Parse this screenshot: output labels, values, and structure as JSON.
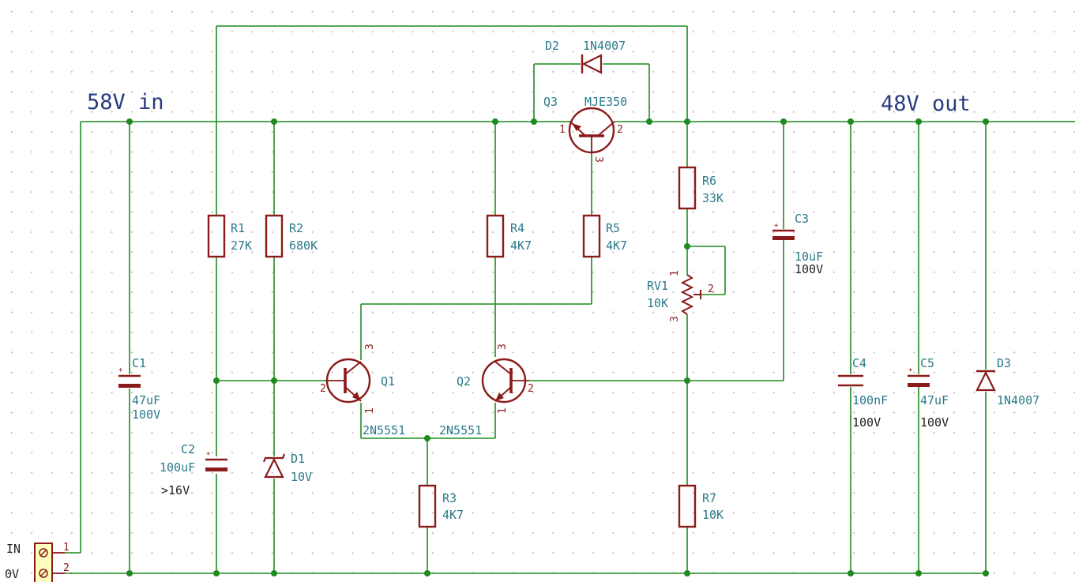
{
  "nets": {
    "input_label": "58V in",
    "output_label": "48V out"
  },
  "connector": {
    "pin1_label": "IN",
    "pin2_label": "0V",
    "pin1": "1",
    "pin2": "2"
  },
  "components": {
    "R1": {
      "ref": "R1",
      "value": "27K"
    },
    "R2": {
      "ref": "R2",
      "value": "680K"
    },
    "R3": {
      "ref": "R3",
      "value": "4K7"
    },
    "R4": {
      "ref": "R4",
      "value": "4K7"
    },
    "R5": {
      "ref": "R5",
      "value": "4K7"
    },
    "R6": {
      "ref": "R6",
      "value": "33K"
    },
    "R7": {
      "ref": "R7",
      "value": "10K"
    },
    "RV1": {
      "ref": "RV1",
      "value": "10K",
      "pin1": "1",
      "pin2": "2",
      "pin3": "3"
    },
    "C1": {
      "ref": "C1",
      "value": "47uF",
      "voltage": "100V",
      "polarity": "+"
    },
    "C2": {
      "ref": "C2",
      "value": "100uF",
      "voltage": ">16V",
      "polarity": "+"
    },
    "C3": {
      "ref": "C3",
      "value": "10uF",
      "voltage": "100V",
      "polarity": "+"
    },
    "C4": {
      "ref": "C4",
      "value": "100nF",
      "voltage": "100V"
    },
    "C5": {
      "ref": "C5",
      "value": "47uF",
      "voltage": "100V",
      "polarity": "+"
    },
    "D1": {
      "ref": "D1",
      "value": "10V"
    },
    "D2": {
      "ref": "D2",
      "value": "1N4007"
    },
    "D3": {
      "ref": "D3",
      "value": "1N4007"
    },
    "Q1": {
      "ref": "Q1",
      "value": "2N5551",
      "pin1": "1",
      "pin2": "2",
      "pin3": "3"
    },
    "Q2": {
      "ref": "Q2",
      "value": "2N5551",
      "pin1": "1",
      "pin2": "2",
      "pin3": "3"
    },
    "Q3": {
      "ref": "Q3",
      "value": "MJE350",
      "pin1": "1",
      "pin2": "2",
      "pin3": "3"
    }
  },
  "colors": {
    "wire": "#1f8a1f",
    "component": "#8b1a1a",
    "text": "#2a7a8a",
    "net_label": "#2a3a80"
  }
}
